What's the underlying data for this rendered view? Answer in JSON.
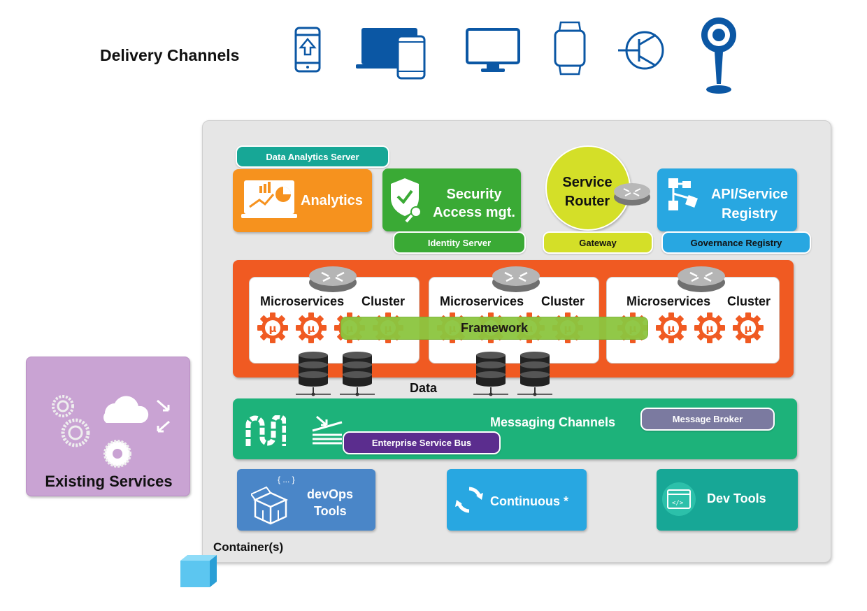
{
  "header": {
    "title": "Delivery Channels",
    "channel_icons": [
      "mobile-upload-icon",
      "laptop-phone-icon",
      "monitor-icon",
      "smartwatch-icon",
      "transistor-icon",
      "beacon-icon"
    ]
  },
  "colors": {
    "orange": "#f6921e",
    "green": "#3aaa35",
    "yellow": "#d4df28",
    "blue": "#28a7e1",
    "red_orange": "#f05a22",
    "lime": "#8cc63f",
    "teal": "#1db27a",
    "purple": "#5b2d8e",
    "lilac": "#c9a3d3"
  },
  "top_row": {
    "data_analytics_server": "Data Analytics Server",
    "analytics": "Analytics",
    "security_line1": "Security",
    "security_line2": "Access mgt.",
    "identity_server": "Identity Server",
    "service_router_line1": "Service",
    "service_router_line2": "Router",
    "gateway": "Gateway",
    "registry_line1": "API/Service",
    "registry_line2": "Registry",
    "governance_registry": "Governance Registry"
  },
  "clusters": [
    {
      "word1": "Microservices",
      "word2": "Cluster"
    },
    {
      "word1": "Microservices",
      "word2": "Cluster"
    },
    {
      "word1": "Microservices",
      "word2": "Cluster"
    }
  ],
  "framework": "Framework",
  "data_label": "Data",
  "messaging": {
    "title": "Messaging Channels",
    "message_broker": "Message Broker",
    "esb": "Enterprise Service Bus"
  },
  "tools": {
    "devops_line1": "devOps",
    "devops_line2": "Tools",
    "devops_badge": "{ ... }",
    "continuous": "Continuous *",
    "dev_tools": "Dev Tools"
  },
  "container_label": "Container(s)",
  "existing_services": "Existing Services",
  "gear_symbol": "μ"
}
